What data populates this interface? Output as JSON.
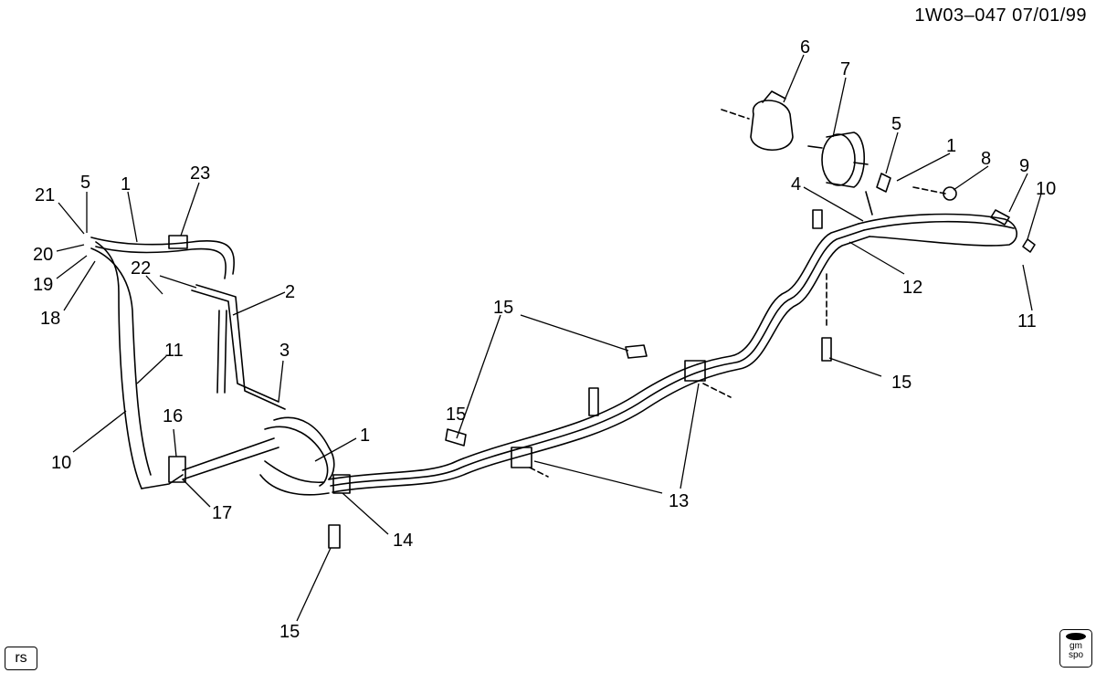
{
  "header": {
    "code": "1W03–047  07/01/99"
  },
  "callouts": [
    {
      "id": "6",
      "label": "6"
    },
    {
      "id": "7",
      "label": "7"
    },
    {
      "id": "5a",
      "label": "5"
    },
    {
      "id": "1a",
      "label": "1"
    },
    {
      "id": "8",
      "label": "8"
    },
    {
      "id": "9",
      "label": "9"
    },
    {
      "id": "10a",
      "label": "10"
    },
    {
      "id": "4",
      "label": "4"
    },
    {
      "id": "12",
      "label": "12"
    },
    {
      "id": "11a",
      "label": "11"
    },
    {
      "id": "15a",
      "label": "15"
    },
    {
      "id": "15b",
      "label": "15"
    },
    {
      "id": "13",
      "label": "13"
    },
    {
      "id": "21",
      "label": "21"
    },
    {
      "id": "5b",
      "label": "5"
    },
    {
      "id": "1b",
      "label": "1"
    },
    {
      "id": "23",
      "label": "23"
    },
    {
      "id": "20",
      "label": "20"
    },
    {
      "id": "19",
      "label": "19"
    },
    {
      "id": "18",
      "label": "18"
    },
    {
      "id": "22",
      "label": "22"
    },
    {
      "id": "2",
      "label": "2"
    },
    {
      "id": "3",
      "label": "3"
    },
    {
      "id": "11b",
      "label": "11"
    },
    {
      "id": "16",
      "label": "16"
    },
    {
      "id": "10b",
      "label": "10"
    },
    {
      "id": "17",
      "label": "17"
    },
    {
      "id": "1c",
      "label": "1"
    },
    {
      "id": "14",
      "label": "14"
    },
    {
      "id": "15c",
      "label": "15"
    },
    {
      "id": "15d",
      "label": "15"
    }
  ],
  "badges": {
    "corner_code": "rs",
    "logo_line1": "gm",
    "logo_line2": "spo"
  }
}
